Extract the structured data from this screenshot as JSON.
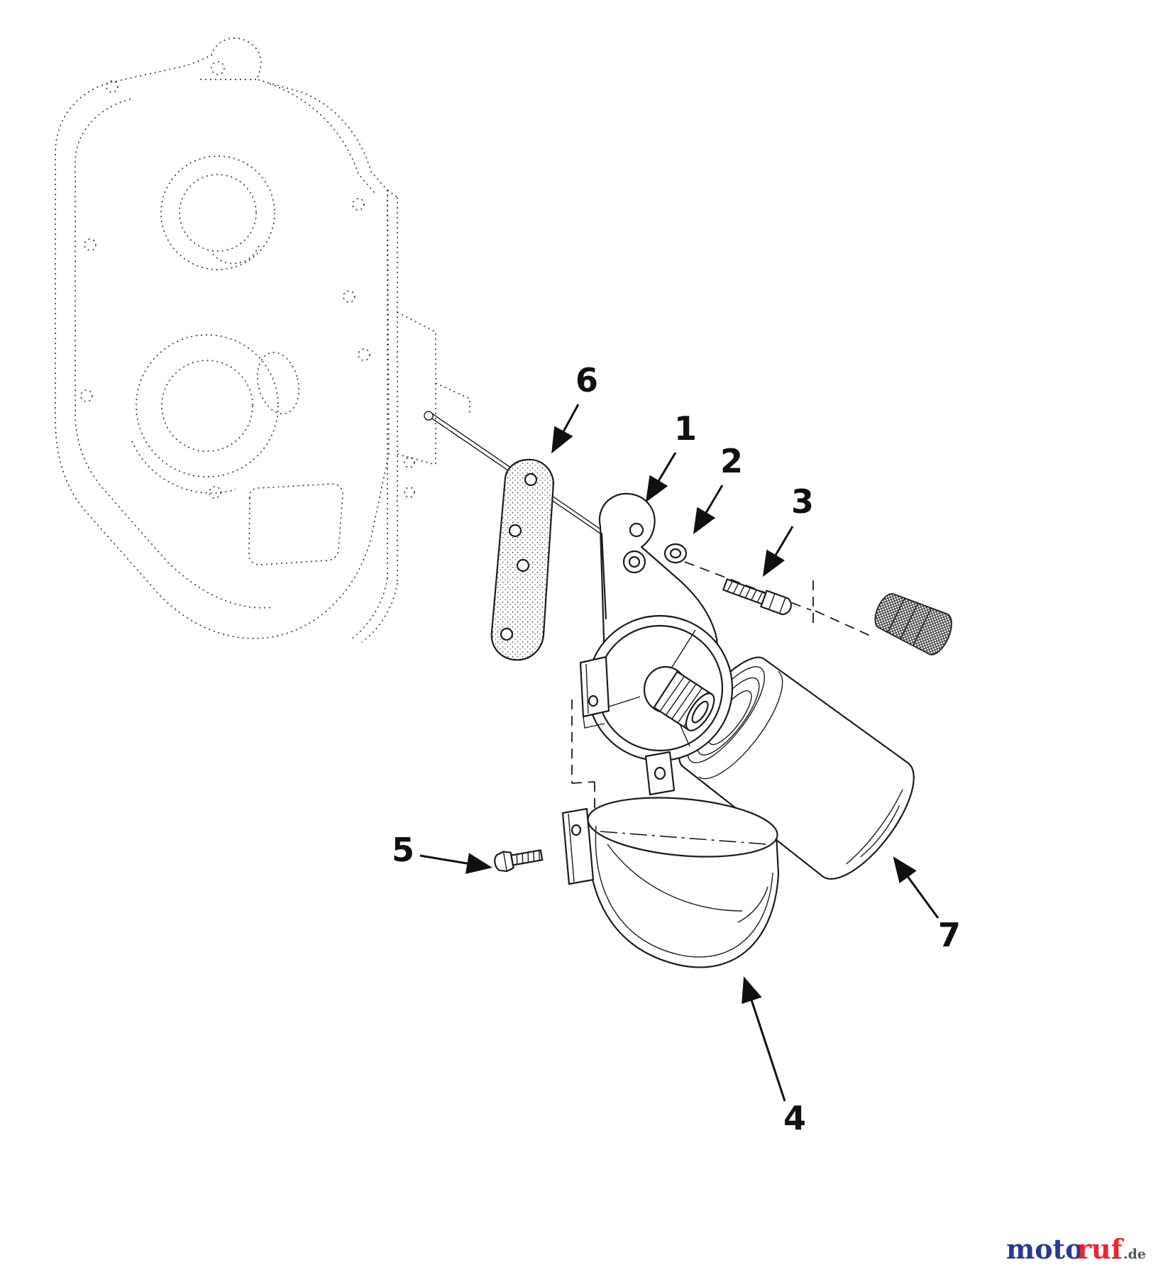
{
  "diagram": {
    "callouts": [
      {
        "label": "1"
      },
      {
        "label": "2"
      },
      {
        "label": "3"
      },
      {
        "label": "4"
      },
      {
        "label": "5"
      },
      {
        "label": "6"
      },
      {
        "label": "7"
      }
    ]
  },
  "branding": {
    "name_primary": "moto",
    "name_secondary": "ruf",
    "domain_suffix": ".de",
    "color_primary": "#2b3990",
    "color_secondary": "#e8262d"
  }
}
